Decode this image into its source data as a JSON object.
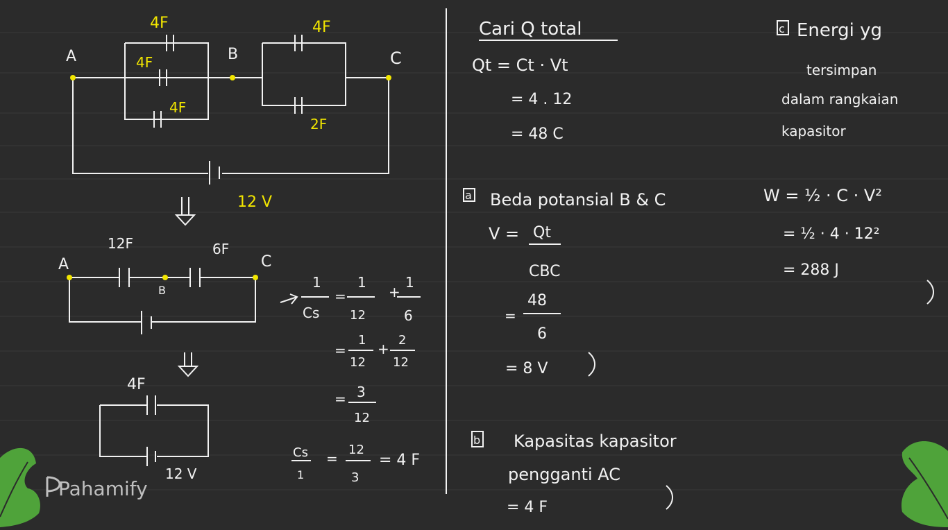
{
  "colors": {
    "background": "#2b2b2b",
    "chalk_white": "#f2f2f2",
    "chalk_yellow": "#f2e600",
    "leaf_green": "#4fa33a"
  },
  "brand": {
    "name": "Pahamify",
    "icon": "pahamify-logo-icon"
  },
  "circuit1": {
    "node_a": "A",
    "node_b": "B",
    "node_c": "C",
    "cap_top_outer": "4F",
    "cap_top_right": "4F",
    "cap_par_mid": "4F",
    "cap_par_bottom": "4F",
    "cap_right_bottom": "2F",
    "voltage": "12 V"
  },
  "circuit2": {
    "node_a": "A",
    "node_b": "B",
    "node_c": "C",
    "cap_ab": "12F",
    "cap_bc": "6F"
  },
  "circuit3": {
    "cap": "4F",
    "voltage": "12 V"
  },
  "series_calc": {
    "l1_lhs_num": "1",
    "l1_lhs_den": "Cs",
    "l1_eq": "=",
    "l1_t1_num": "1",
    "l1_t1_den": "12",
    "l1_plus": "+",
    "l1_t2_num": "1",
    "l1_t2_den": "6",
    "l2_eq": "=",
    "l2_t1_num": "1",
    "l2_t1_den": "12",
    "l2_plus": "+",
    "l2_t2_num": "2",
    "l2_t2_den": "12",
    "l3_eq": "=",
    "l3_num": "3",
    "l3_den": "12",
    "l4_lhs_num": "Cs",
    "l4_lhs_den": "1",
    "l4_eq": "=",
    "l4_num": "12",
    "l4_den": "3",
    "l4_result": "= 4 F"
  },
  "q_total": {
    "title": "Cari Q total",
    "line1": "Qt = Ct · Vt",
    "line2": "= 4 . 12",
    "line3": "= 48 C"
  },
  "part_a": {
    "label": "a",
    "title": "Beda potansial B & C",
    "formula_lhs": "V =",
    "formula_num": "Qt",
    "formula_den": "CBC",
    "sub_eq": "=",
    "sub_num": "48",
    "sub_den": "6",
    "result": "= 8 V"
  },
  "part_b": {
    "label": "b",
    "title": "Kapasitas kapasitor",
    "title2": "pengganti AC",
    "result": "= 4 F"
  },
  "part_c": {
    "label": "c",
    "title": "Energi yg",
    "title2": "tersimpan",
    "title3": "dalam rangkaian",
    "title4": "kapasitor",
    "formula": "W = ½ · C · V²",
    "line2": "= ½ · 4 · 12²",
    "line3": "= 288 J"
  }
}
